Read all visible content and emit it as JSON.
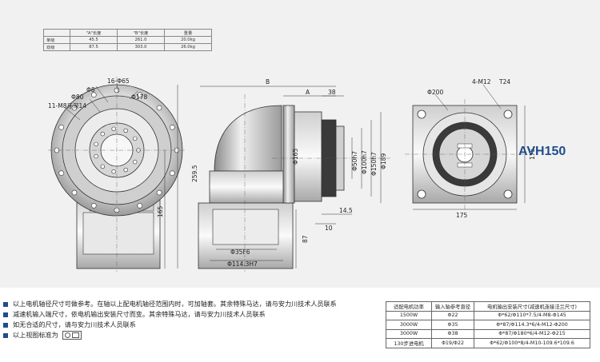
{
  "spec_table": {
    "headers": [
      "",
      "\"A\"长度",
      "\"B\"长度",
      "重量"
    ],
    "rows": [
      [
        "单级",
        "45.5",
        "261.0",
        "20.0kg"
      ],
      [
        "双级",
        "87.5",
        "303.0",
        "26.0kg"
      ]
    ]
  },
  "model": "AVH150",
  "front_view": {
    "labels": {
      "bolt_circle": "16-Φ65",
      "phi8": "Φ8",
      "phi80": "Φ80",
      "phi178": "Φ178",
      "thread": "11-M8牙深14",
      "height_total": "259.5",
      "height_lower": "165"
    }
  },
  "side_view": {
    "labels": {
      "B": "B",
      "A": "A",
      "d38": "38",
      "d165": "Φ165",
      "d50": "Φ50h7",
      "d100": "Φ100h7",
      "d150": "Φ150h7",
      "d189": "Φ189",
      "d14_5": "14.5",
      "d10": "10",
      "d87": "87",
      "d35": "Φ35F6",
      "d114": "Φ114.3H7"
    }
  },
  "end_view": {
    "labels": {
      "holes": "4-M12",
      "depth": "T24",
      "phi200": "Φ200",
      "w175": "175",
      "h175": "175"
    }
  },
  "notes": [
    "以上电机轴径尺寸可做参考。在轴以上配电机轴径范围内时，可加轴套。其余特殊马达，请与安力川技术人员联系",
    "减速机输入端尺寸，依电机输出安装尺寸而变。其余特殊马达，请与安力川技术人员联系",
    "如无合适的尺寸，请与安力川技术人员联系",
    "以上视图标准为"
  ],
  "motor_table": {
    "headers": [
      "适配电机功率",
      "输入轴参考直径",
      "电机输出安装尺寸(减速机连接法兰尺寸)"
    ],
    "rows": [
      [
        "1500W",
        "Φ22",
        "Φ*62/Φ110*7.5/4-M8-Φ145"
      ],
      [
        "3000W",
        "Φ35",
        "Φ*87/Φ114.3*6/4-M12-Φ200"
      ],
      [
        "3000W",
        "Φ38",
        "Φ*87/Φ180*6/4-M12-Φ215"
      ],
      [
        "130步进电机",
        "Φ19/Φ22",
        "Φ*62/Φ100*8/4-M10-109.6*109.6"
      ]
    ]
  },
  "colors": {
    "panel": "#f1f1f1",
    "accent": "#1f4e8c",
    "line": "#333333"
  }
}
